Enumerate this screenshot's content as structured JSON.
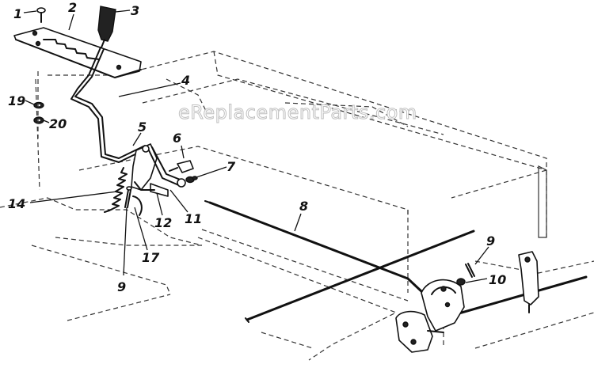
{
  "watermark": "eReplacementParts.com",
  "callouts": [
    {
      "id": "c1",
      "label": "1"
    },
    {
      "id": "c2",
      "label": "2"
    },
    {
      "id": "c3",
      "label": "3"
    },
    {
      "id": "c4",
      "label": "4"
    },
    {
      "id": "c5",
      "label": "5"
    },
    {
      "id": "c6",
      "label": "6"
    },
    {
      "id": "c7",
      "label": "7"
    },
    {
      "id": "c8",
      "label": "8"
    },
    {
      "id": "c9a",
      "label": "9"
    },
    {
      "id": "c9b",
      "label": "9"
    },
    {
      "id": "c10",
      "label": "10"
    },
    {
      "id": "c11",
      "label": "11"
    },
    {
      "id": "c12",
      "label": "12"
    },
    {
      "id": "c14",
      "label": "14"
    },
    {
      "id": "c17",
      "label": "17"
    },
    {
      "id": "c19",
      "label": "19"
    },
    {
      "id": "c20",
      "label": "20"
    }
  ],
  "colors": {
    "ink": "#111111",
    "background": "#ffffff",
    "watermark_outline": "#bfbfbf"
  }
}
